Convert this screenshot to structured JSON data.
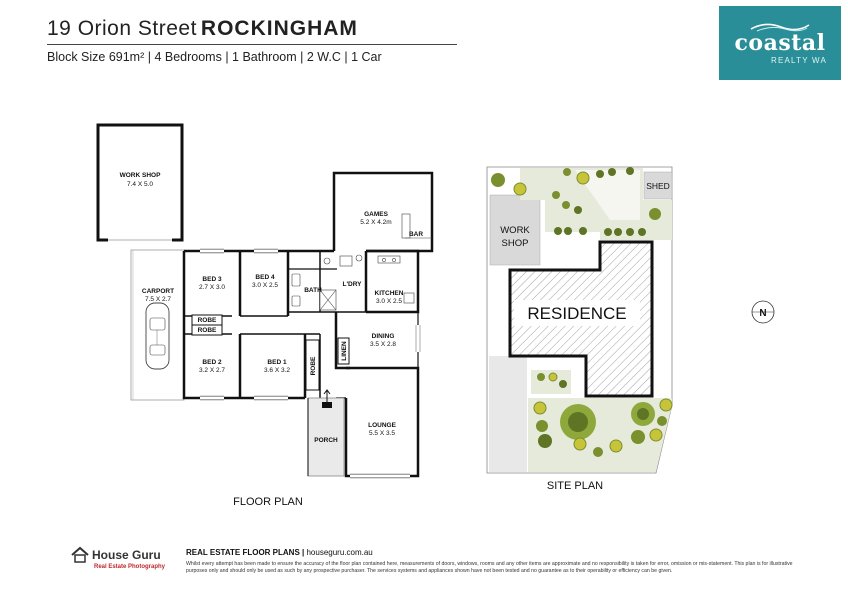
{
  "header": {
    "street": "19 Orion Street",
    "suburb": "ROCKINGHAM",
    "specs": "Block Size 691m² | 4 Bedrooms | 1 Bathroom  | 2 W.C | 1 Car"
  },
  "logo": {
    "brand": "coastal",
    "sub": "REALTY WA"
  },
  "rooms": {
    "workshop": "WORK SHOP",
    "workshop_dim": "7.4 X 5.0",
    "carport": "CARPORT",
    "carport_dim": "7.5 X 2.7",
    "bed3": "BED 3",
    "bed3_dim": "2.7 X 3.0",
    "bed4": "BED 4",
    "bed4_dim": "3.0 X 2.5",
    "bath": "BATH",
    "games": "GAMES",
    "games_dim": "5.2 X 4.2m",
    "bar": "BAR",
    "ldry": "L'DRY",
    "kitchen": "KITCHEN",
    "kitchen_dim": "3.0 X 2.5",
    "robe": "ROBE",
    "dining": "DINING",
    "dining_dim": "3.5 X 2.8",
    "linen": "LINEN",
    "bed2": "BED 2",
    "bed2_dim": "3.2 X 2.7",
    "bed1": "BED 1",
    "bed1_dim": "3.6 X 3.2",
    "lounge": "LOUNGE",
    "lounge_dim": "5.5 X 3.5",
    "porch": "PORCH"
  },
  "site": {
    "shed": "SHED",
    "work": "WORK",
    "shop": "SHOP",
    "residence": "RESIDENCE"
  },
  "captions": {
    "floor_plan": "FLOOR PLAN",
    "site_plan": "SITE PLAN"
  },
  "compass": "N",
  "footer": {
    "brand": "House Guru",
    "brand_sub": "Real Estate Photography",
    "title": "REAL ESTATE FLOOR PLANS",
    "separator": " | ",
    "url": "houseguru.com.au",
    "disclaimer": "Whilst every attempt has been made to ensure the accuracy of the floor plan contained here, measurements of doors, windows, rooms and any other items are approximate and no responsibility is taken for error, omission or mis-statement. This plan is for illustrative purposes only and should only be used as such by any prospective purchaser. The services systems and appliances shown have not been tested and no guarantee as to their operability or efficiency can be given."
  },
  "colors": {
    "logo_bg": "#2a8e98",
    "lawn": "#e6eadb",
    "site_paving": "#d9d9d9",
    "plant": "#7a8f2e",
    "accent_red": "#c0272d"
  }
}
